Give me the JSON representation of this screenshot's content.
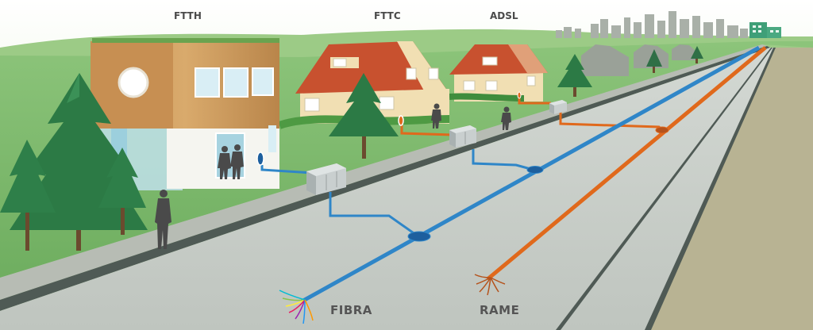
{
  "labels": {
    "ftth": "FTTH",
    "fttc": "FTTC",
    "adsl": "ADSL",
    "fibra": "FIBRA",
    "rame": "RAME"
  },
  "colors": {
    "sky": "#e6f3dc",
    "grass": "#78b86a",
    "grass_dark": "#5a9a50",
    "road": "#c9cfc9",
    "road_edge": "#4f5a55",
    "verge": "#b8b393",
    "fibre": "#2f86c8",
    "copper": "#e0691c",
    "roof": "#c8512f",
    "cabinet": "#c9cfcf",
    "tree": "#2c7a45",
    "person": "#4a4a4a"
  },
  "icons": [
    "tree-icon",
    "house-icon",
    "street-cabinet-icon",
    "splice-node-icon",
    "person-icon",
    "city-skyline-icon"
  ]
}
